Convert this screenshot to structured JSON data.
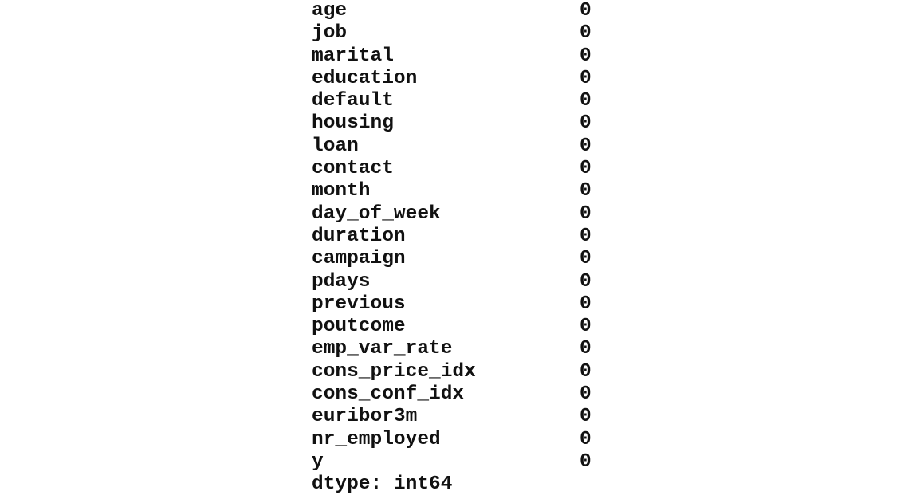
{
  "series": [
    {
      "name": "age",
      "value": "0"
    },
    {
      "name": "job",
      "value": "0"
    },
    {
      "name": "marital",
      "value": "0"
    },
    {
      "name": "education",
      "value": "0"
    },
    {
      "name": "default",
      "value": "0"
    },
    {
      "name": "housing",
      "value": "0"
    },
    {
      "name": "loan",
      "value": "0"
    },
    {
      "name": "contact",
      "value": "0"
    },
    {
      "name": "month",
      "value": "0"
    },
    {
      "name": "day_of_week",
      "value": "0"
    },
    {
      "name": "duration",
      "value": "0"
    },
    {
      "name": "campaign",
      "value": "0"
    },
    {
      "name": "pdays",
      "value": "0"
    },
    {
      "name": "previous",
      "value": "0"
    },
    {
      "name": "poutcome",
      "value": "0"
    },
    {
      "name": "emp_var_rate",
      "value": "0"
    },
    {
      "name": "cons_price_idx",
      "value": "0"
    },
    {
      "name": "cons_conf_idx",
      "value": "0"
    },
    {
      "name": "euribor3m",
      "value": "0"
    },
    {
      "name": "nr_employed",
      "value": "0"
    },
    {
      "name": "y",
      "value": "0"
    }
  ],
  "dtype_line": "dtype: int64"
}
